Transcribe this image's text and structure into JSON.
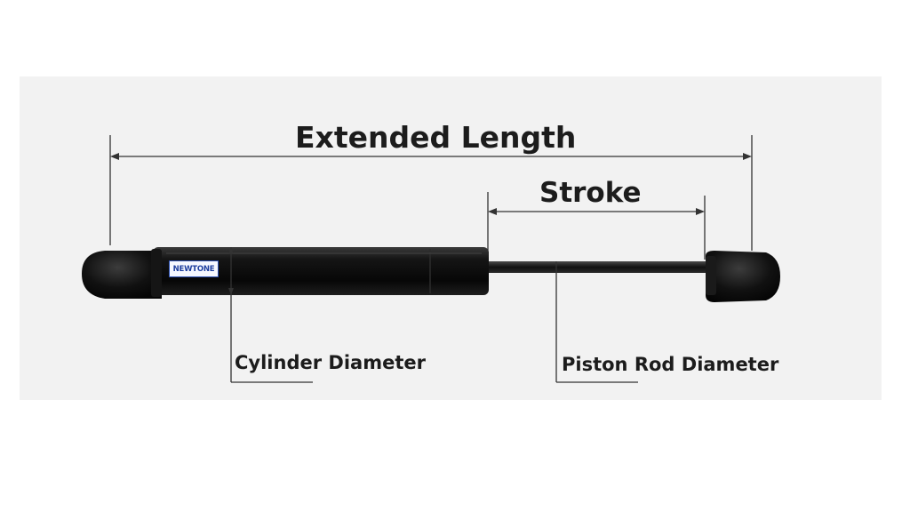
{
  "labels": {
    "extended_length": "Extended Length",
    "stroke": "Stroke",
    "cylinder_diameter": "Cylinder Diameter",
    "piston_rod_diameter": "Piston Rod Diameter"
  },
  "brand": {
    "name": "NEWTONE",
    "text_color": "#1d3e9e"
  },
  "colors": {
    "background": "#f2f2f2",
    "gas_spring_body": "#0f0f0f",
    "dimension_lines": "#333333",
    "text": "#1c1c1c"
  }
}
